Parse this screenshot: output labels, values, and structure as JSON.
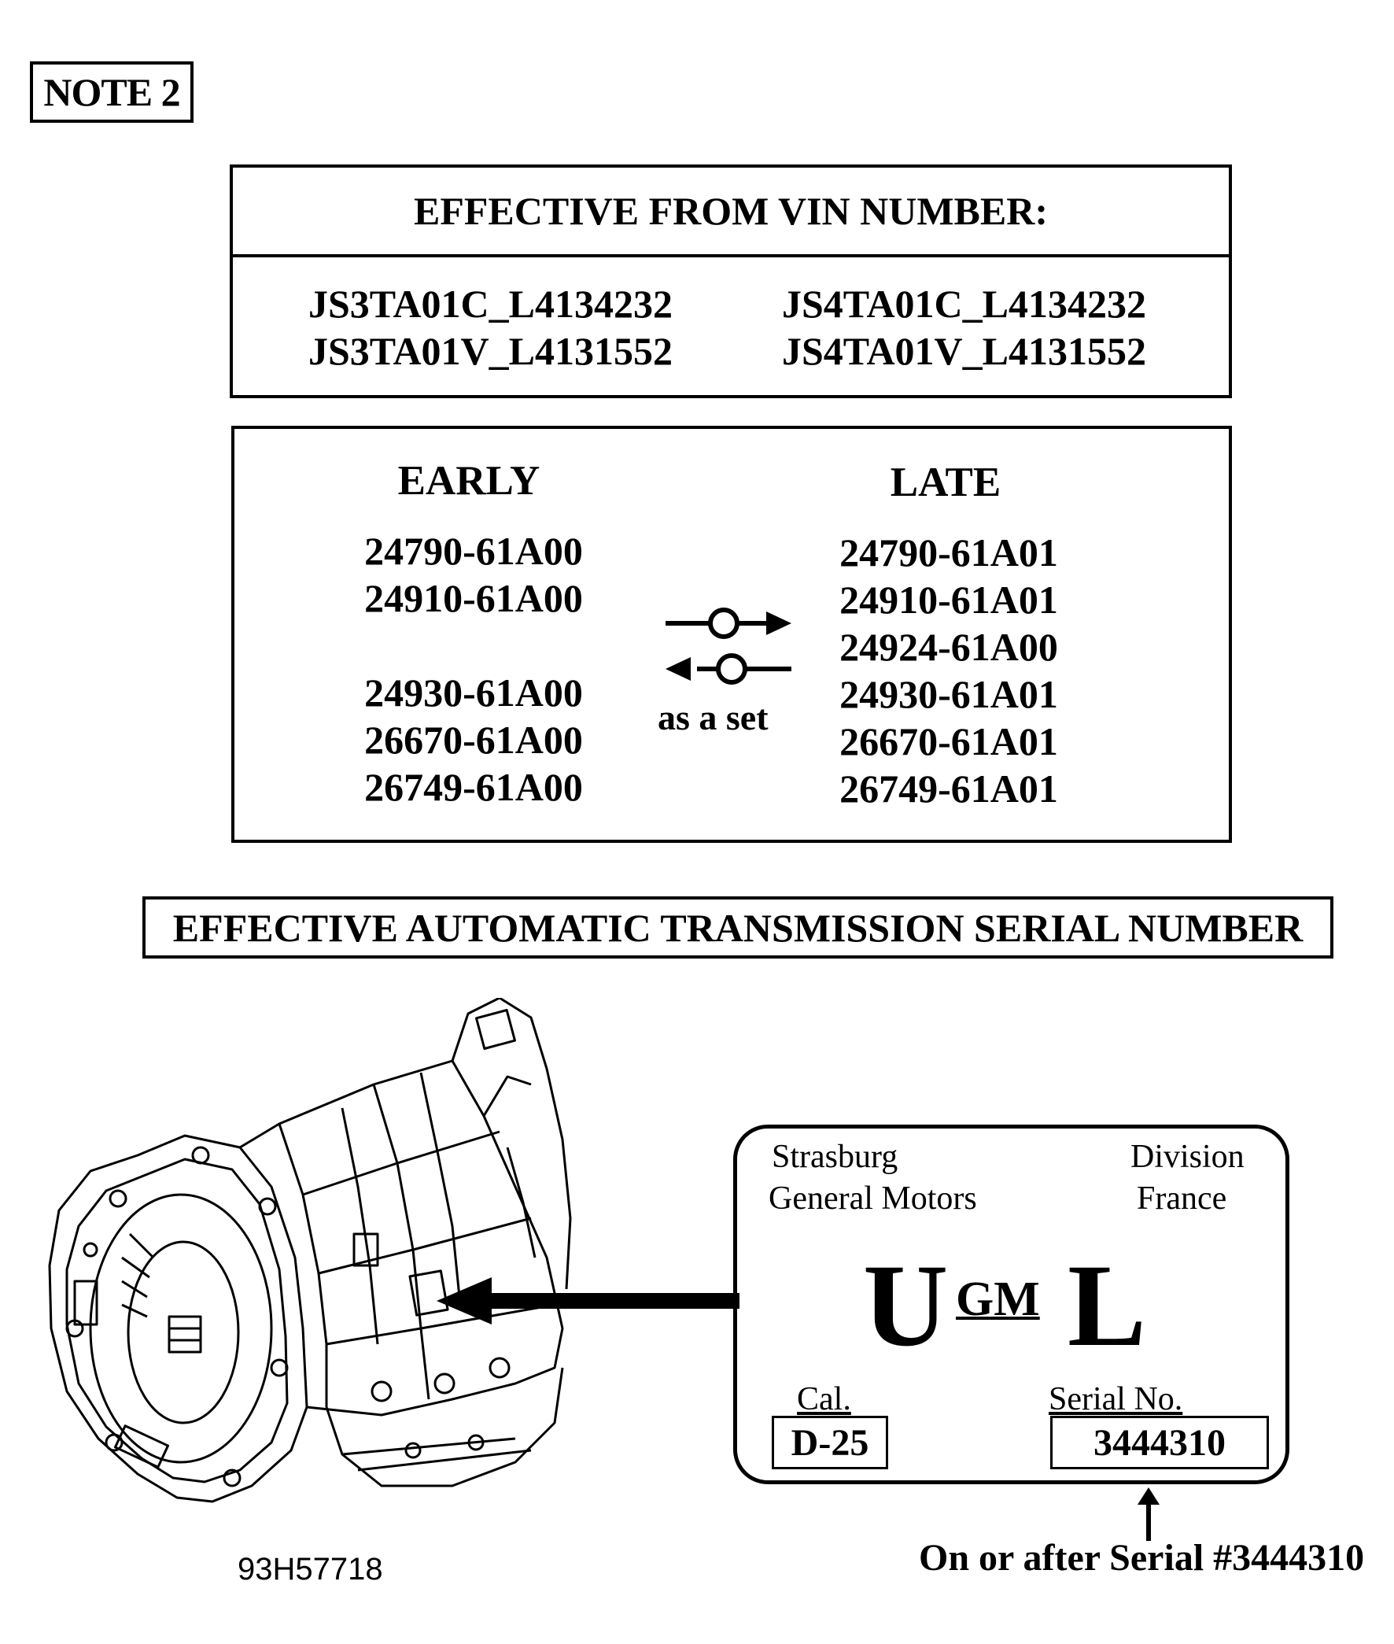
{
  "note_label": "NOTE 2",
  "vin": {
    "header": "EFFECTIVE FROM VIN NUMBER:",
    "left": [
      "JS3TA01C_L4134232",
      "JS3TA01V_L4131552"
    ],
    "right": [
      "JS4TA01C_L4134232",
      "JS4TA01V_L4131552"
    ]
  },
  "parts": {
    "early_header": "EARLY",
    "late_header": "LATE",
    "early": [
      "24790-61A00",
      "24910-61A00",
      "",
      "24930-61A00",
      "26670-61A00",
      "26749-61A00"
    ],
    "late": [
      "24790-61A01",
      "24910-61A01",
      "24924-61A00",
      "24930-61A01",
      "26670-61A01",
      "26749-61A01"
    ],
    "interchange_note": "as a set"
  },
  "serial_section_title": "EFFECTIVE AUTOMATIC TRANSMISSION SERIAL NUMBER",
  "plate": {
    "top_left_line1": "Strasburg",
    "top_left_line2": "General Motors",
    "top_right_line1": "Division",
    "top_right_line2": "France",
    "logo_left": "U",
    "logo_center": "GM",
    "logo_right": "L",
    "cal_label": "Cal.",
    "cal_value": "D-25",
    "serial_label": "Serial No.",
    "serial_value": "3444310"
  },
  "serial_caption": "On or after Serial #3444310",
  "figure_code": "93H57718"
}
